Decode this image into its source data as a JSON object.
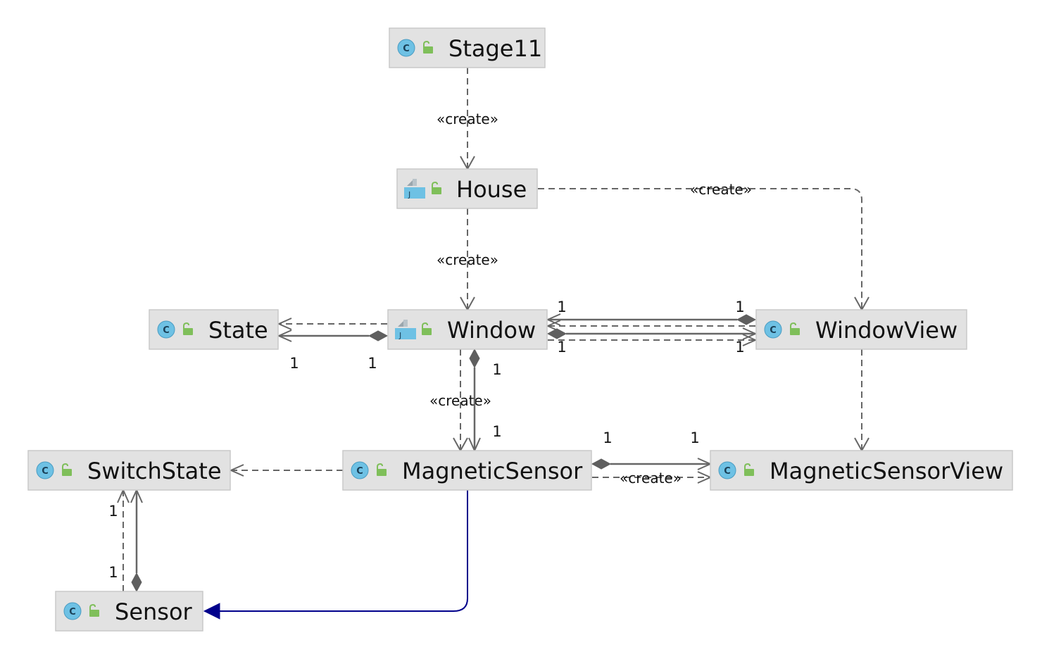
{
  "nodes": {
    "stage11": {
      "label": "Stage11",
      "icon": "class-icon"
    },
    "house": {
      "label": "House",
      "icon": "java-file-icon"
    },
    "state": {
      "label": "State",
      "icon": "class-icon"
    },
    "window": {
      "label": "Window",
      "icon": "java-file-icon"
    },
    "windowview": {
      "label": "WindowView",
      "icon": "class-icon"
    },
    "switchstate": {
      "label": "SwitchState",
      "icon": "class-icon"
    },
    "magneticsensor": {
      "label": "MagneticSensor",
      "icon": "class-icon"
    },
    "magneticsensorview": {
      "label": "MagneticSensorView",
      "icon": "class-icon"
    },
    "sensor": {
      "label": "Sensor",
      "icon": "class-icon"
    }
  },
  "icon_letter": "C",
  "java_letter": "J",
  "edge_labels": {
    "stage11_house": "«create»",
    "house_windowview": "«create»",
    "house_window": "«create»",
    "window_magneticsensor": "«create»",
    "magneticsensor_magneticsensorview": "«create»"
  },
  "multiplicities": {
    "state_side": "1",
    "window_state_side": "1",
    "window_top_left": "1",
    "window_top_right": "1",
    "window_bottom_left": "1",
    "window_bottom_right": "1",
    "window_ms_top": "1",
    "window_ms_bottom": "1",
    "ms_msv_left": "1",
    "ms_msv_right": "1",
    "switchstate_side": "1",
    "sensor_side": "1"
  },
  "colors": {
    "node_fill": "#e2e2e2",
    "dependency": "#666666",
    "generalization": "#00008b",
    "class_icon": "#6ec1e4",
    "visibility_icon": "#7fbf5a"
  }
}
